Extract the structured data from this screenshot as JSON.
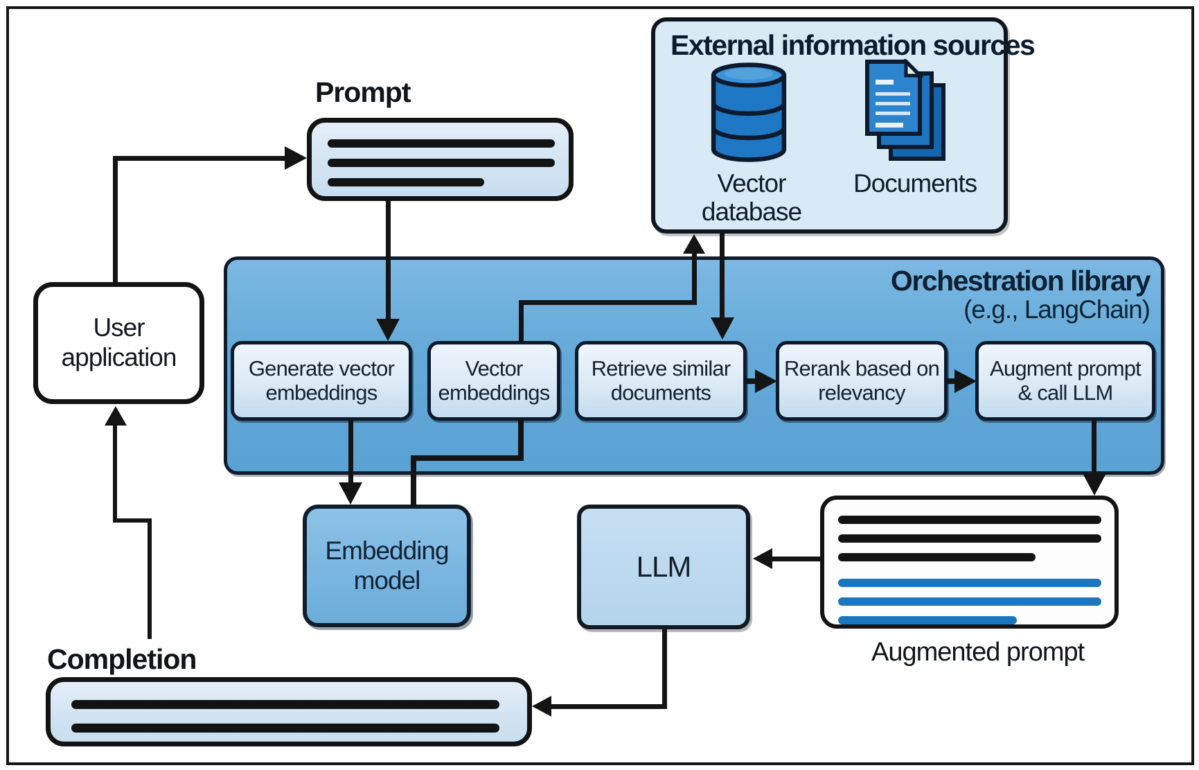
{
  "labels": {
    "prompt": "Prompt",
    "completion": "Completion",
    "augmented_prompt": "Augmented prompt",
    "user_application": "User application",
    "embedding_model": "Embedding model",
    "llm": "LLM"
  },
  "external_sources": {
    "title": "External information sources",
    "vector_database_label": "Vector database",
    "documents_label": "Documents"
  },
  "orchestration": {
    "title": "Orchestration library",
    "subtitle": "(e.g., LangChain)"
  },
  "process_steps": [
    {
      "label": "Generate vector embeddings"
    },
    {
      "label": "Vector embeddings"
    },
    {
      "label": "Retrieve similar documents"
    },
    {
      "label": "Rerank based on relevancy"
    },
    {
      "label": "Augment prompt & call LLM"
    }
  ],
  "colors": {
    "orchestration_fill": "#64a9d9",
    "step_fill": "#dceaf6",
    "external_fill": "#d9eaf7",
    "embedding_model_fill": "#7ab6e1",
    "llm_fill": "#b4d5ec",
    "prompt_fill": "#d2e4f3",
    "database_icon_blue": "#1e78c5",
    "document_icon_blue": "#2b84cd",
    "text_line_black": "#131313",
    "text_line_blue": "#1b76bd",
    "connector": "#141414"
  }
}
